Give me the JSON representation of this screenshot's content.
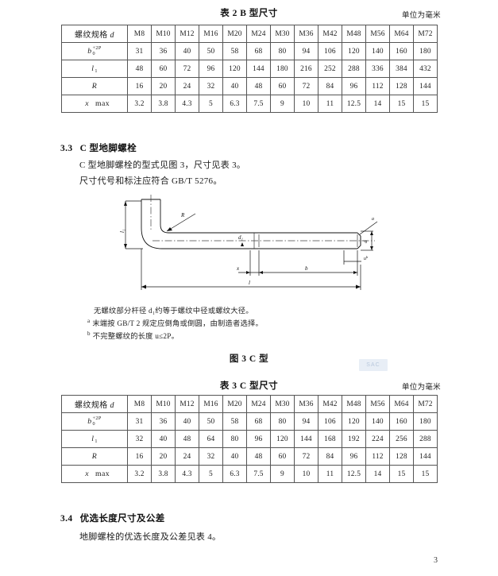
{
  "page": {
    "number": "3",
    "watermark": "SAC"
  },
  "unit_note": "单位为毫米",
  "table2": {
    "caption": "表 2    B 型尺寸",
    "unit": "单位为毫米",
    "header_label": "螺纹规格 d",
    "specs": [
      "M8",
      "M10",
      "M12",
      "M16",
      "M20",
      "M24",
      "M30",
      "M36",
      "M42",
      "M48",
      "M56",
      "M64",
      "M72"
    ],
    "rows": [
      {
        "label": "b",
        "sup": "+2P",
        "sub": "0",
        "values": [
          "31",
          "36",
          "40",
          "50",
          "58",
          "68",
          "80",
          "94",
          "106",
          "120",
          "140",
          "160",
          "180"
        ]
      },
      {
        "label": "l",
        "sub": "1",
        "values": [
          "48",
          "60",
          "72",
          "96",
          "120",
          "144",
          "180",
          "216",
          "252",
          "288",
          "336",
          "384",
          "432"
        ]
      },
      {
        "label": "R",
        "values": [
          "16",
          "20",
          "24",
          "32",
          "40",
          "48",
          "60",
          "72",
          "84",
          "96",
          "112",
          "128",
          "144"
        ]
      },
      {
        "label": "x",
        "qualifier": "max",
        "values": [
          "3.2",
          "3.8",
          "4.3",
          "5",
          "6.3",
          "7.5",
          "9",
          "10",
          "11",
          "12.5",
          "14",
          "15",
          "15"
        ]
      }
    ]
  },
  "section33": {
    "number": "3.3",
    "title": "C 型地脚螺栓",
    "line1": "C 型地脚螺栓的型式见图 3，尺寸见表 3。",
    "line2": "尺寸代号和标注应符合 GB/T 5276。"
  },
  "figure3": {
    "caption": "图 3    C 型",
    "labels": {
      "l1": "l₁",
      "R": "R",
      "d1": "d₁",
      "d": "d",
      "x": "x",
      "b": "b",
      "l": "l",
      "u": "u",
      "a_mark": "a",
      "b_mark": "b"
    },
    "notes": [
      {
        "mark": "",
        "text": "无螺纹部分杆径 d₁约等于螺纹中径或螺纹大径。"
      },
      {
        "mark": "a",
        "text": "末端按 GB/T 2 规定应倒角或倒圆，由制造者选择。"
      },
      {
        "mark": "b",
        "text": "不完整螺纹的长度 u≤2P。"
      }
    ]
  },
  "table3": {
    "caption": "表 3    C 型尺寸",
    "unit": "单位为毫米",
    "header_label": "螺纹规格 d",
    "specs": [
      "M8",
      "M10",
      "M12",
      "M16",
      "M20",
      "M24",
      "M30",
      "M36",
      "M42",
      "M48",
      "M56",
      "M64",
      "M72"
    ],
    "rows": [
      {
        "label": "b",
        "sup": "+2P",
        "sub": "0",
        "values": [
          "31",
          "36",
          "40",
          "50",
          "58",
          "68",
          "80",
          "94",
          "106",
          "120",
          "140",
          "160",
          "180"
        ]
      },
      {
        "label": "l",
        "sub": "1",
        "values": [
          "32",
          "40",
          "48",
          "64",
          "80",
          "96",
          "120",
          "144",
          "168",
          "192",
          "224",
          "256",
          "288"
        ]
      },
      {
        "label": "R",
        "values": [
          "16",
          "20",
          "24",
          "32",
          "40",
          "48",
          "60",
          "72",
          "84",
          "96",
          "112",
          "128",
          "144"
        ]
      },
      {
        "label": "x",
        "qualifier": "max",
        "values": [
          "3.2",
          "3.8",
          "4.3",
          "5",
          "6.3",
          "7.5",
          "9",
          "10",
          "11",
          "12.5",
          "14",
          "15",
          "15"
        ]
      }
    ]
  },
  "section34": {
    "number": "3.4",
    "title": "优选长度尺寸及公差",
    "line1": "地脚螺栓的优选长度及公差见表 4。"
  }
}
